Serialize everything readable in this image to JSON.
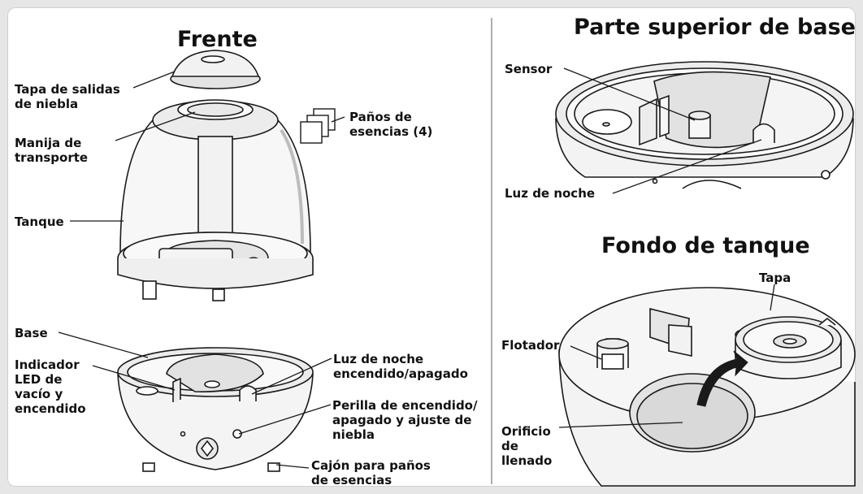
{
  "titles": {
    "front": "Frente",
    "base_top": "Parte superior de base",
    "tank_bottom": "Fondo de tanque"
  },
  "labels": {
    "mist_cap": "Tapa de salidas\nde niebla",
    "carry_handle": "Manija de\ntransporte",
    "scent_pads": "Paños de\nesencias (4)",
    "tank": "Tanque",
    "base": "Base",
    "led_indicator": "Indicador\nLED de\nvacío y\nencendido",
    "nightlight_switch": "Luz de noche\nencendido/apagado",
    "power_knob": "Perilla de encendido/\napagado y ajuste de\nniebla",
    "scent_drawer": "Cajón para paños\nde esencias",
    "sensor": "Sensor",
    "nightlight": "Luz de noche",
    "cap": "Tapa",
    "float": "Flotador",
    "fill_hole": "Orificio\nde\nllenado"
  },
  "colors": {
    "line": "#1a1a1a",
    "fill": "#f2f2f2",
    "shade": "#d9d9d9",
    "background": "#e6e6e6"
  }
}
